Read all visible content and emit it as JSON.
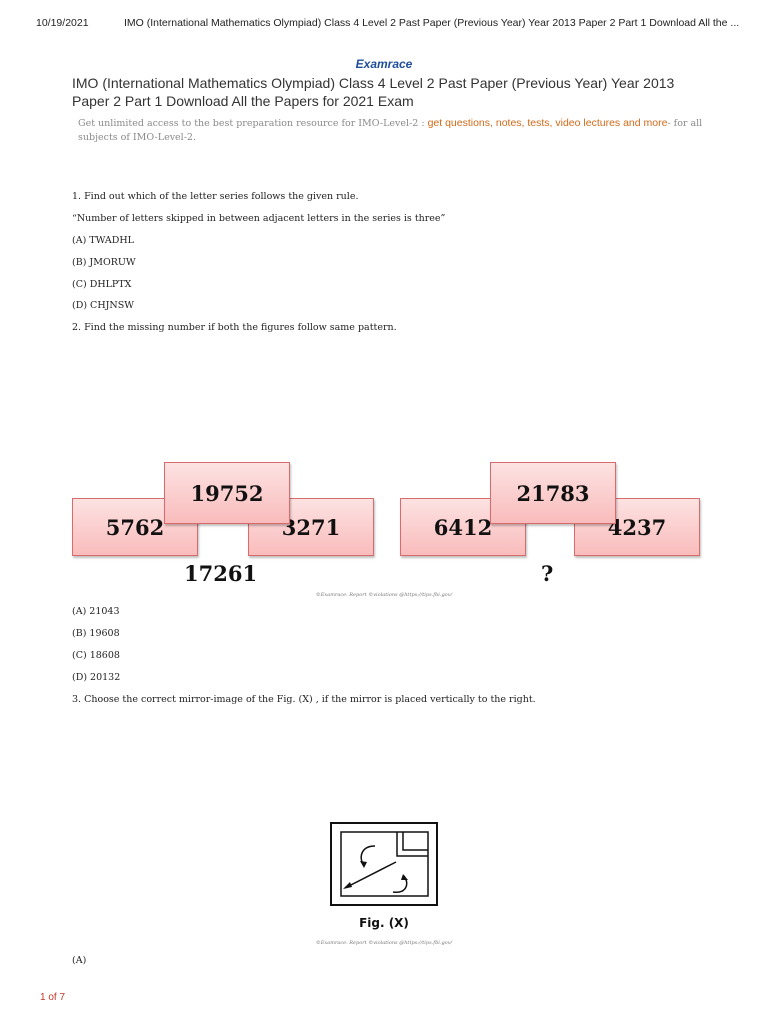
{
  "header": {
    "date": "10/19/2021",
    "title": "IMO (International Mathematics Olympiad) Class 4 Level 2 Past Paper (Previous Year) Year 2013 Paper 2 Part 1 Download All the ..."
  },
  "brand": "Examrace",
  "doc_title": "IMO (International Mathematics Olympiad) Class 4 Level 2 Past Paper (Previous Year) Year 2013 Paper 2 Part 1 Download All the Papers for 2021 Exam",
  "promo": {
    "prefix": "Get unlimited access to the best preparation resource for IMO-Level-2 : ",
    "link": "get questions, notes, tests, video lectures and more",
    "suffix": "- for all subjects of IMO-Level-2."
  },
  "q1": {
    "question": "1. Find out which of the letter series follows the given rule.",
    "rule": "“Number of letters skipped in between adjacent letters in the series is three”",
    "options": [
      "(A) TWADHL",
      "(B) JMORUW",
      "(C) DHLPTX",
      "(D) CHJNSW"
    ]
  },
  "q2": {
    "question": "2. Find the missing number if both the figures follow same pattern.",
    "figure1": {
      "top": "19752",
      "left": "5762",
      "right": "3271",
      "result": "17261"
    },
    "figure2": {
      "top": "21783",
      "left": "6412",
      "right": "4237",
      "result": "?"
    },
    "options": [
      "(A) 21043",
      "(B) 19608",
      "(C) 18608",
      "(D) 20132"
    ]
  },
  "credit": "©Examrace. Report ©violations @https://tips.fbi.gov/",
  "q3": {
    "question": "3. Choose the correct mirror-image of the Fig. (X) , if the mirror is placed vertically to the right.",
    "figure_caption": "Fig. (X)",
    "options": [
      "(A)"
    ]
  },
  "page_number": "1 of 7"
}
